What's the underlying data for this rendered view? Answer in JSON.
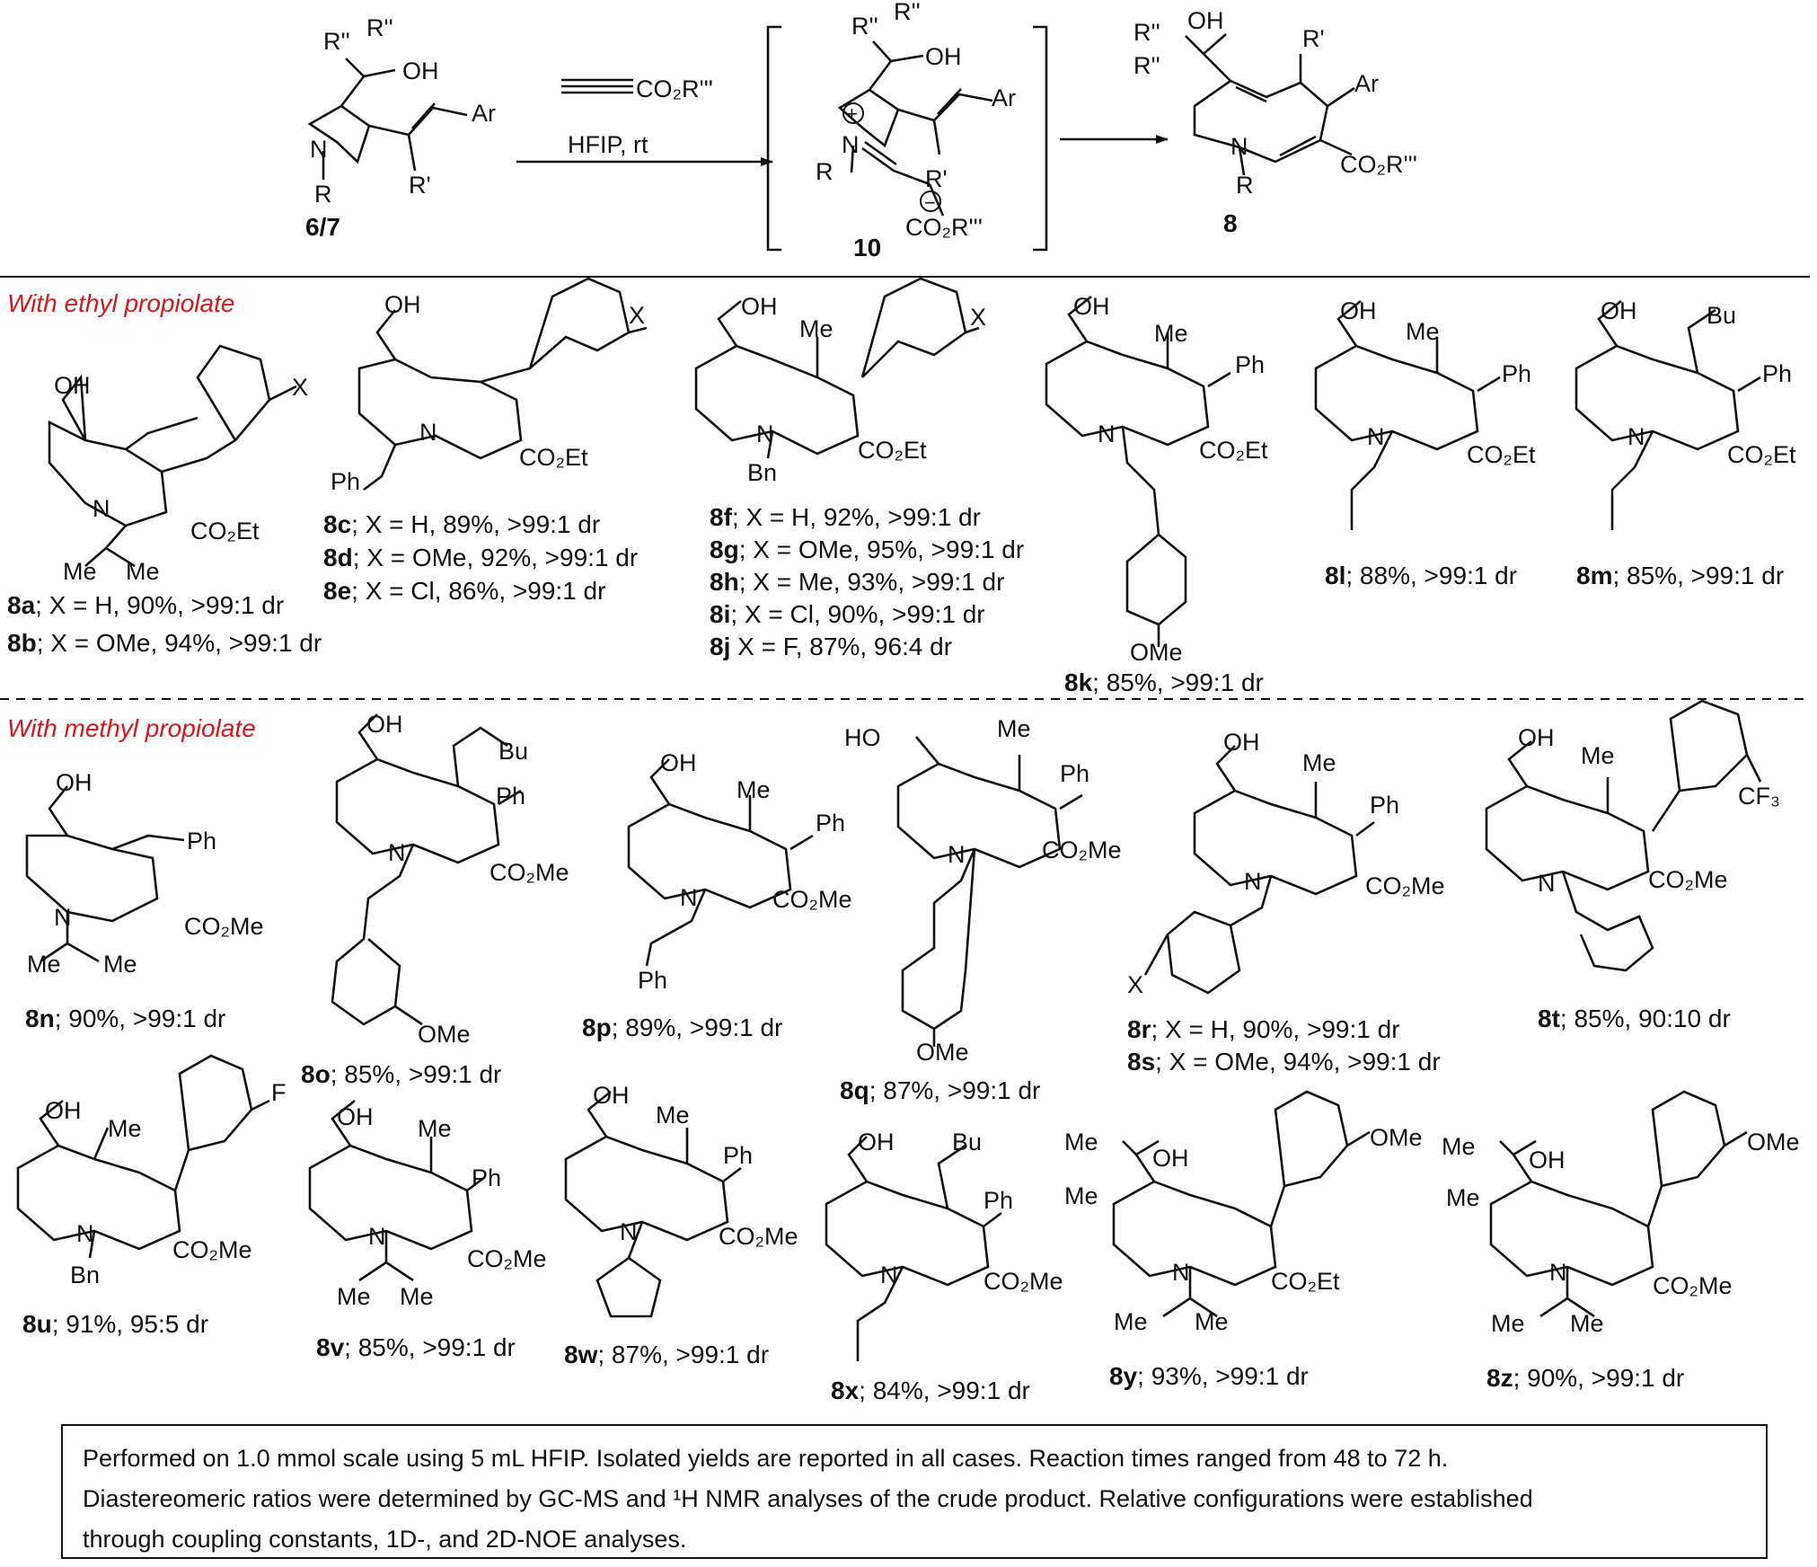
{
  "scheme": {
    "reagent_top": "CO₂R'''",
    "reagent_bottom": "HFIP, rt",
    "start_label": "6/7",
    "intermediate_label": "10",
    "product_label": "8"
  },
  "sections": {
    "ethyl": "With ethyl propiolate",
    "methyl": "With methyl propiolate"
  },
  "entries": [
    {
      "id": "8a",
      "text": "; X = H, 90%, >99:1 dr"
    },
    {
      "id": "8b",
      "text": "; X = OMe, 94%, >99:1 dr"
    },
    {
      "id": "8c",
      "text": "; X = H, 89%, >99:1 dr"
    },
    {
      "id": "8d",
      "text": "; X = OMe, 92%, >99:1 dr"
    },
    {
      "id": "8e",
      "text": "; X = Cl, 86%, >99:1 dr"
    },
    {
      "id": "8f",
      "text": "; X = H, 92%, >99:1 dr"
    },
    {
      "id": "8g",
      "text": "; X = OMe, 95%, >99:1 dr"
    },
    {
      "id": "8h",
      "text": "; X = Me, 93%, >99:1 dr"
    },
    {
      "id": "8i",
      "text": "; X = Cl, 90%, >99:1 dr"
    },
    {
      "id": "8j",
      "text": " X = F, 87%, 96:4 dr"
    },
    {
      "id": "8k",
      "text": "; 85%, >99:1 dr"
    },
    {
      "id": "8l",
      "text": "; 88%, >99:1 dr"
    },
    {
      "id": "8m",
      "text": "; 85%, >99:1 dr"
    },
    {
      "id": "8n",
      "text": "; 90%, >99:1 dr"
    },
    {
      "id": "8o",
      "text": "; 85%, >99:1 dr"
    },
    {
      "id": "8p",
      "text": "; 89%, >99:1 dr"
    },
    {
      "id": "8q",
      "text": "; 87%, >99:1 dr"
    },
    {
      "id": "8r",
      "text": "; X = H, 90%, >99:1 dr"
    },
    {
      "id": "8s",
      "text": "; X = OMe, 94%, >99:1 dr"
    },
    {
      "id": "8t",
      "text": "; 85%, 90:10 dr"
    },
    {
      "id": "8u",
      "text": "; 91%, 95:5 dr"
    },
    {
      "id": "8v",
      "text": "; 85%, >99:1 dr"
    },
    {
      "id": "8w",
      "text": "; 87%, >99:1 dr"
    },
    {
      "id": "8x",
      "text": "; 84%, >99:1 dr"
    },
    {
      "id": "8y",
      "text": "; 93%, >99:1 dr"
    },
    {
      "id": "8z",
      "text": "; 90%, >99:1 dr"
    }
  ],
  "conditions": {
    "line1": "Performed on 1.0 mmol scale using 5 mL HFIP. Isolated yields are reported in all cases. Reaction times ranged from 48 to 72 h.",
    "line2": "Diastereomeric ratios were determined by GC-MS and ¹H NMR analyses of the crude product. Relative configurations were established",
    "line3": "through coupling constants, 1D-, and 2D-NOE analyses."
  }
}
